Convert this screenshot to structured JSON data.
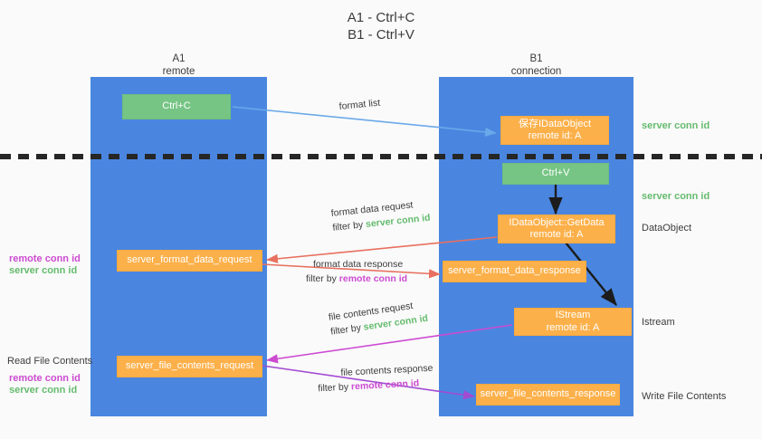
{
  "title": {
    "line1": "A1 - Ctrl+C",
    "line2": "B1 - Ctrl+V"
  },
  "lanes": [
    {
      "id": "a1",
      "name": "A1",
      "sub": "remote",
      "color": "#4a86e0"
    },
    {
      "id": "b1",
      "name": "B1",
      "sub": "connection",
      "color": "#4a86e0"
    }
  ],
  "colors": {
    "lane": "#4a86e0",
    "green_box": "#77c585",
    "orange_box": "#fcb04a",
    "server_conn_id": "#65bb6e",
    "remote_conn_id": "#cc4bd1",
    "arrow_blue": "#6aa9e9",
    "arrow_red": "#e8705f",
    "arrow_magenta": "#cc4bd1",
    "arrow_purple": "#a24bd1",
    "arrow_black": "#1c1c1c",
    "divider": "#262626",
    "background": "#fafafa"
  },
  "boxes": {
    "ctrl_c": {
      "label": "Ctrl+C",
      "style": "green"
    },
    "save_idataobject": {
      "line1": "保存IDataObject",
      "line2": "remote id: A",
      "style": "orange"
    },
    "ctrl_v": {
      "label": "Ctrl+V",
      "style": "green"
    },
    "getdata": {
      "line1": "IDataObject::GetData",
      "line2": "remote id: A",
      "style": "orange"
    },
    "server_format_data_request": {
      "label": "server_format_data_request",
      "style": "orange"
    },
    "server_format_data_response": {
      "label": "server_format_data_response",
      "style": "orange"
    },
    "istream": {
      "line1": "IStream",
      "line2": "remote id: A",
      "style": "orange"
    },
    "server_file_contents_request": {
      "label": "server_file_contents_request",
      "style": "orange"
    },
    "server_file_contents_response": {
      "label": "server_file_contents_response",
      "style": "orange"
    }
  },
  "annotations": {
    "format_list": {
      "text": "format list"
    },
    "format_data_request": {
      "line1": "format data request",
      "line2_prefix": "filter by ",
      "line2_key": "server conn id",
      "key_color": "green"
    },
    "format_data_response": {
      "line1": "format data response",
      "line2_prefix": "filter by ",
      "line2_key": "remote conn id",
      "key_color": "magenta"
    },
    "file_contents_request": {
      "line1": "file contents request",
      "line2_prefix": "filter by ",
      "line2_key": "server conn id",
      "key_color": "green"
    },
    "file_contents_response": {
      "line1": "file contents response",
      "line2_prefix": "filter by ",
      "line2_key": "remote conn id",
      "key_color": "magenta"
    }
  },
  "right_labels": [
    {
      "id": "server-conn-id-1",
      "text": "server conn id",
      "color": "green"
    },
    {
      "id": "server-conn-id-2",
      "text": "server conn id",
      "color": "green"
    },
    {
      "id": "dataobject",
      "text": "DataObject",
      "color": "plain"
    },
    {
      "id": "istream",
      "text": "Istream",
      "color": "plain"
    },
    {
      "id": "write-file-contents",
      "text": "Write File Contents",
      "color": "plain"
    }
  ],
  "left_labels": {
    "group1": [
      {
        "id": "remote-conn-id-1",
        "text": "remote conn id",
        "color": "magenta"
      },
      {
        "id": "server-conn-id-3",
        "text": "server conn id",
        "color": "green"
      }
    ],
    "read_file_contents": "Read File Contents",
    "group2": [
      {
        "id": "remote-conn-id-2",
        "text": "remote conn id",
        "color": "magenta"
      },
      {
        "id": "server-conn-id-4",
        "text": "server conn id",
        "color": "green"
      }
    ]
  }
}
